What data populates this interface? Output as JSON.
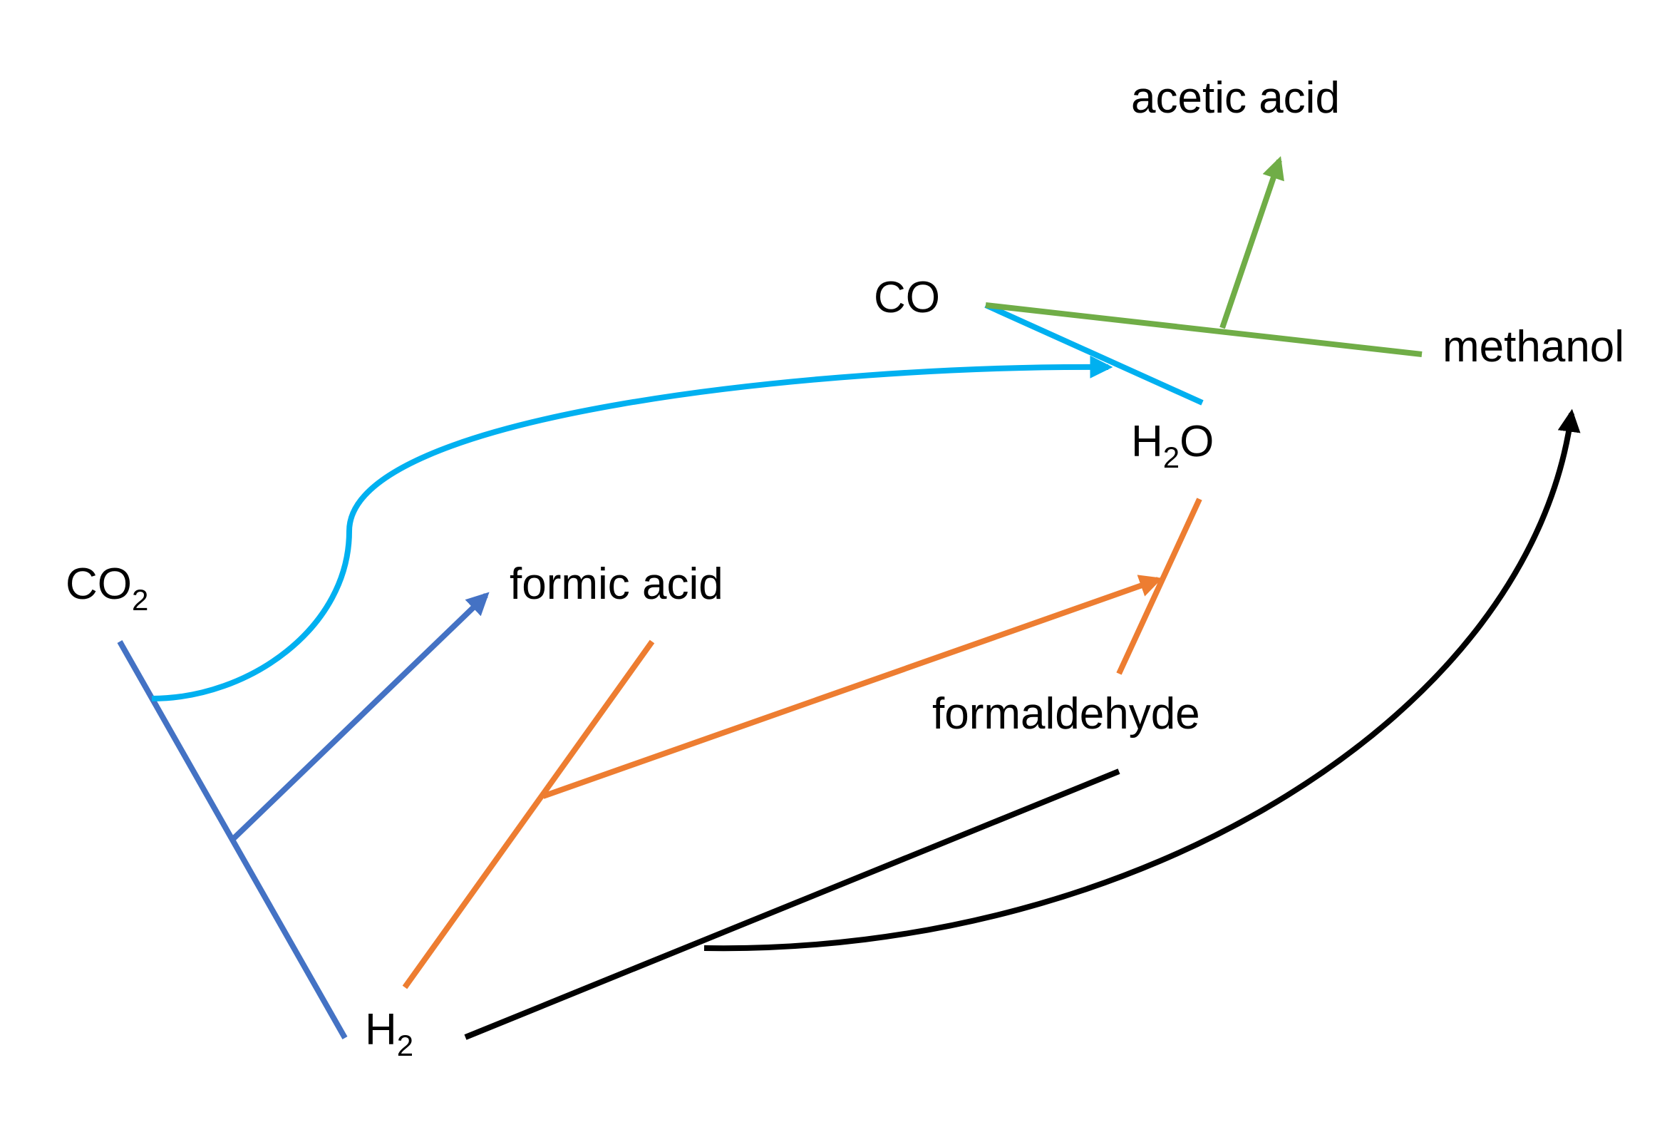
{
  "diagram": {
    "labels": {
      "co2": {
        "main": "CO",
        "sub": "2"
      },
      "h2": {
        "main": "H",
        "sub": "2"
      },
      "formic_acid": "formic acid",
      "formaldehyde": "formaldehyde",
      "co": "CO",
      "h2o": {
        "main": "H",
        "sub": "2",
        "tail": "O"
      },
      "methanol": "methanol",
      "acetic_acid": "acetic acid"
    },
    "colors": {
      "co2_h2_line": "#4472C4",
      "co_pathway": "#00B0F0",
      "formaldehyde_pathway": "#ED7D31",
      "acetic_acid_pathway": "#70AD47",
      "methanol_pathway": "#000000"
    }
  }
}
